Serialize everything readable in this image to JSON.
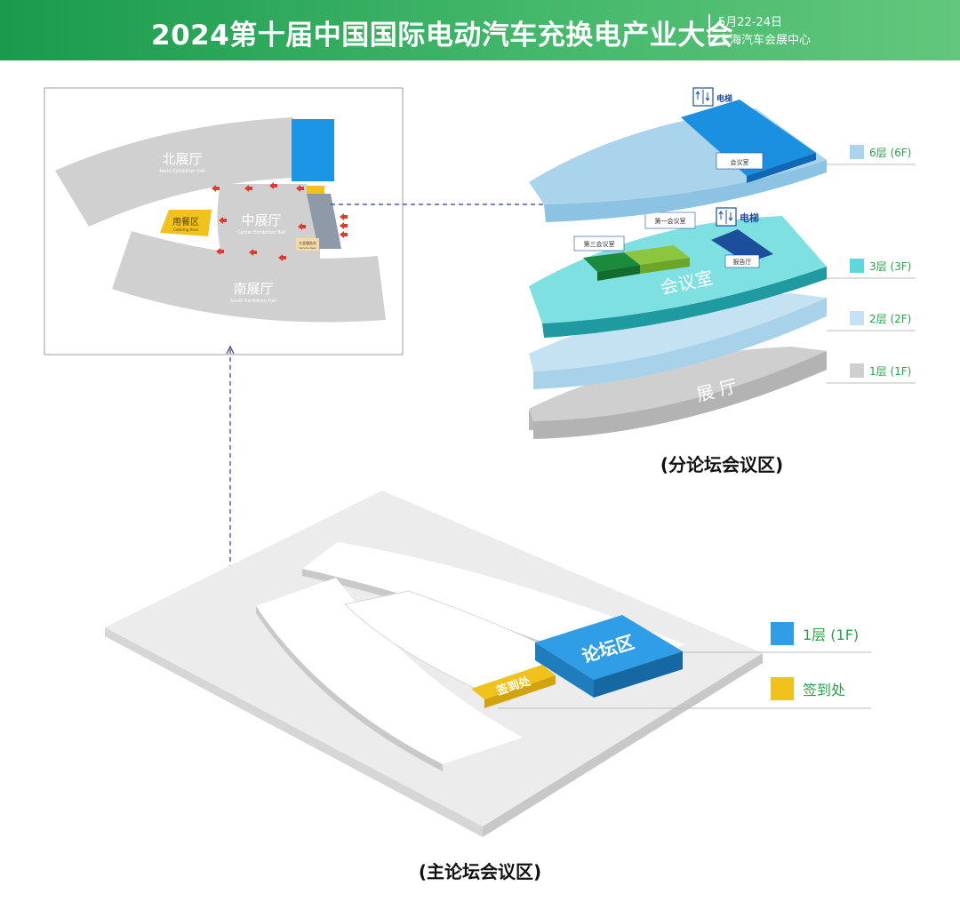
{
  "header": {
    "title": "2024第十届中国国际电动汽车充换电产业大会",
    "date": "5月22-24日",
    "venue": "上海汽车会展中心"
  },
  "floorplan": {
    "north_hall": "北展厅",
    "north_hall_en": "North Exhibition Hall",
    "center_hall": "中展厅",
    "center_hall_en": "Center Exhibition Hall",
    "south_hall": "南展厅",
    "south_hall_en": "South Exhibition Hall",
    "catering": "用餐区",
    "catering_en": "Catering Area",
    "service": "大会服务台",
    "service_en": "Service desk"
  },
  "subforum": {
    "elevator_label": "电梯",
    "f6_room": "会议室",
    "first_room": "第一会议室",
    "third_room": "第三会议室",
    "report_hall": "报告厅",
    "f3_label": "会议室",
    "f1_label": "展 厅",
    "caption": "(分论坛会议区)"
  },
  "legend_sub": [
    {
      "label": "6层 (6F)",
      "color": "#a9d4ec"
    },
    {
      "label": "3层 (3F)",
      "color": "#5ed8dc"
    },
    {
      "label": "2层 (2F)",
      "color": "#c4e2f1"
    },
    {
      "label": "1层 (1F)",
      "color": "#cfcfcf"
    }
  ],
  "main": {
    "forum_area": "论坛区",
    "signin": "签到处",
    "caption": "(主论坛会议区)"
  },
  "legend_main": [
    {
      "label": "1层 (1F)",
      "color": "#2f9ee6"
    },
    {
      "label": "签到处",
      "color": "#f0c21b"
    }
  ],
  "colors": {
    "accent_green": "#1a9a4d",
    "blue": "#1b8fe0",
    "yellow": "#f0c21b",
    "legend_text": "#2aa24a"
  }
}
